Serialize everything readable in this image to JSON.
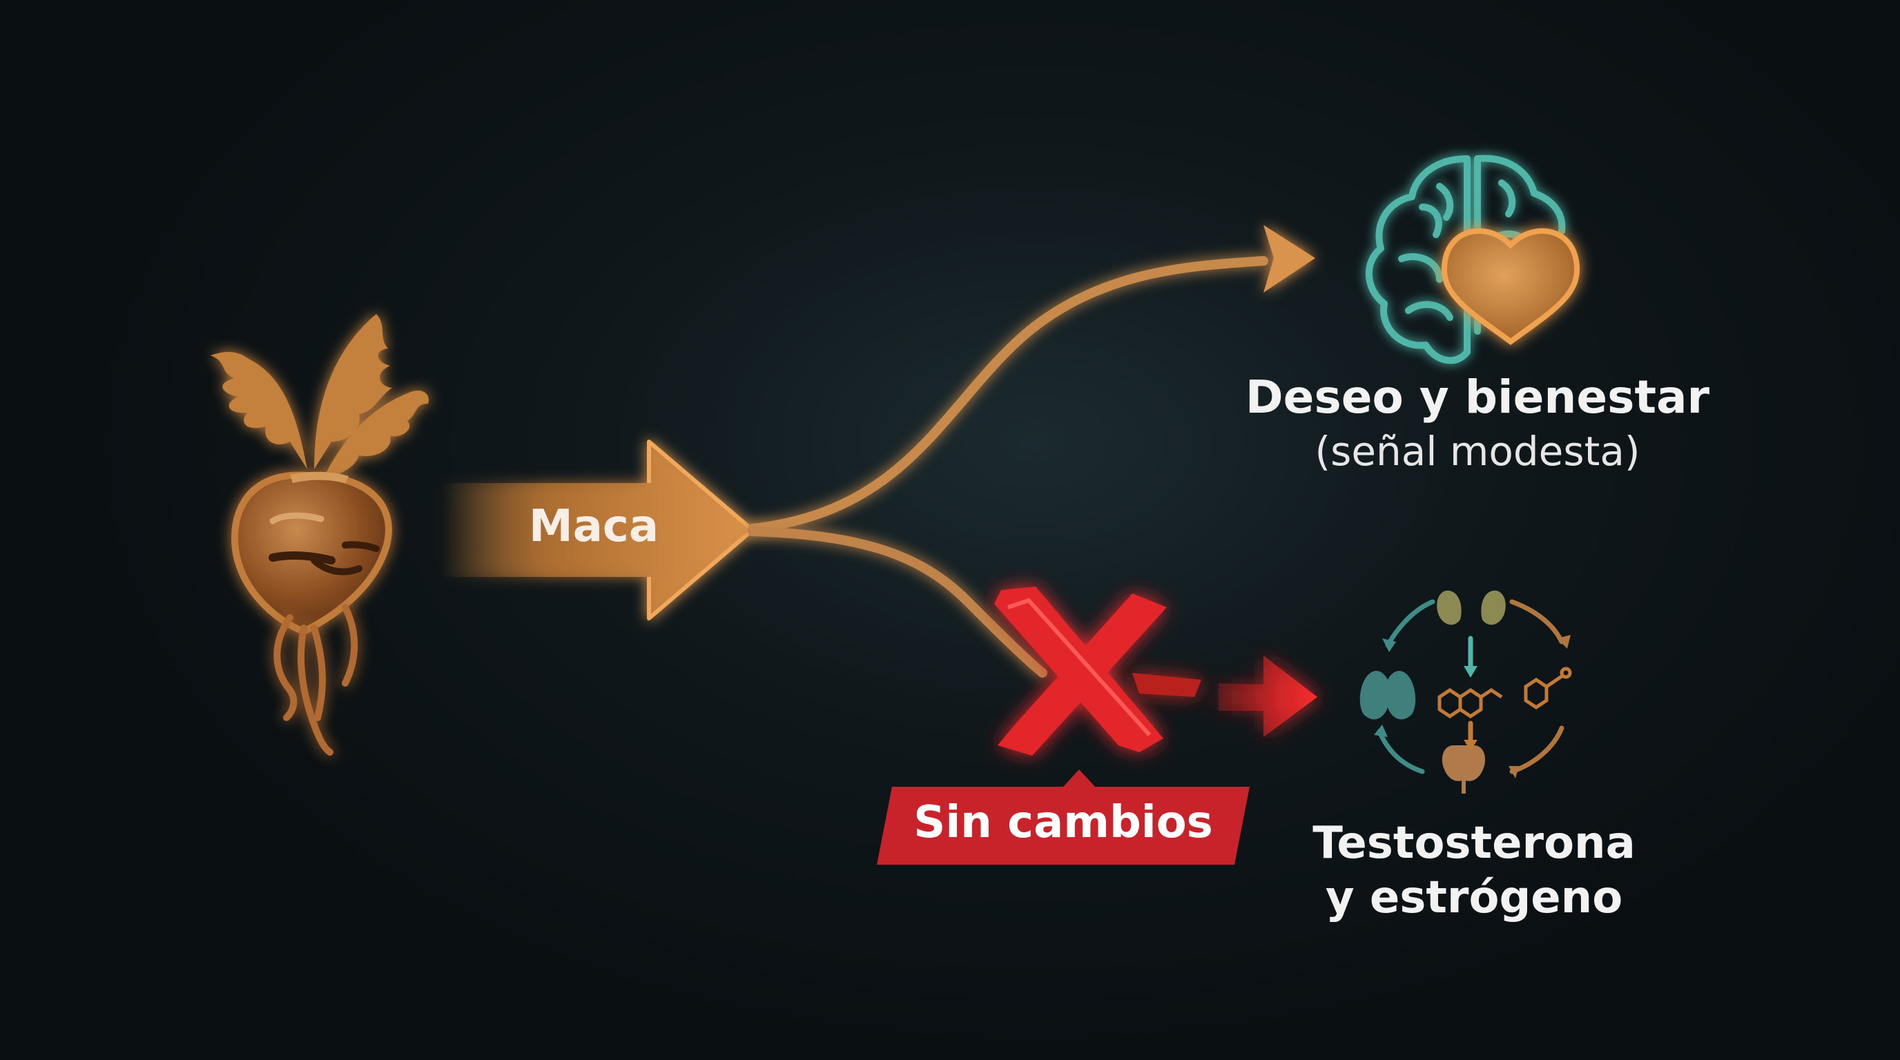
{
  "source": {
    "name": "Maca"
  },
  "outcomes": {
    "desire": {
      "title": "Deseo y bienestar",
      "subtitle": "(señal modesta)"
    },
    "hormones": {
      "line1": "Testosterona",
      "line2": "y estrógeno"
    }
  },
  "badge": {
    "label": "Sin cambios"
  },
  "colors": {
    "orange": "#d98a3a",
    "orange_light": "#f0a45a",
    "red": "#e8262a",
    "badge_red": "#c8232a",
    "teal": "#4fb6a8",
    "root_brown": "#a9662e"
  },
  "icons": [
    "maca-root-icon",
    "brain-icon",
    "heart-icon",
    "cross-icon",
    "hormone-cycle-icon"
  ]
}
